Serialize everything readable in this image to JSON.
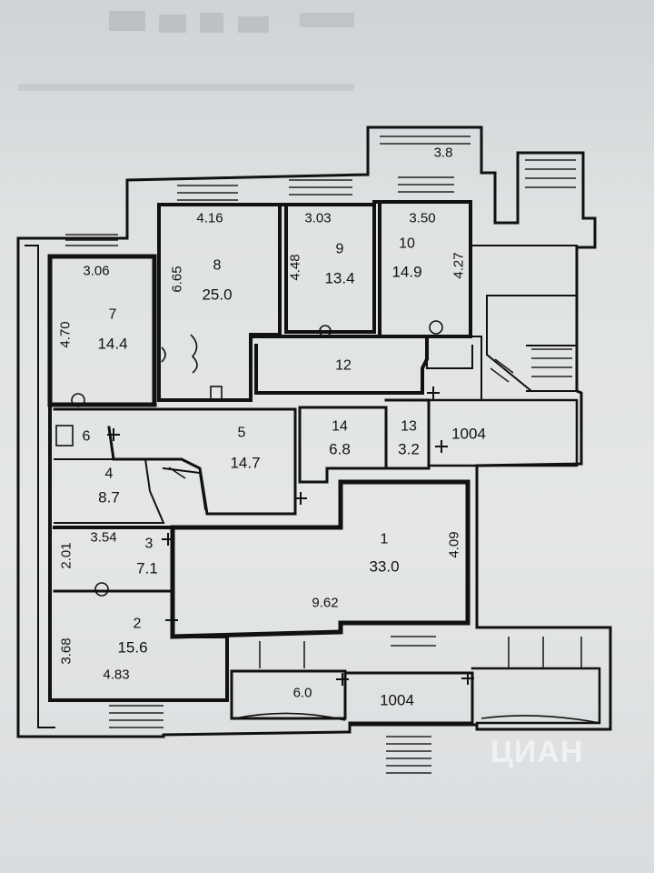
{
  "plan": {
    "rooms": [
      {
        "id": "1",
        "area": "33.0"
      },
      {
        "id": "2",
        "area": "15.6"
      },
      {
        "id": "3",
        "area": "7.1"
      },
      {
        "id": "4",
        "area": "8.7"
      },
      {
        "id": "5",
        "area": "14.7"
      },
      {
        "id": "6",
        "area": ""
      },
      {
        "id": "7",
        "area": "14.4"
      },
      {
        "id": "8",
        "area": "25.0"
      },
      {
        "id": "9",
        "area": "13.4"
      },
      {
        "id": "10",
        "area": "14.9"
      },
      {
        "id": "12",
        "area": ""
      },
      {
        "id": "13",
        "area": "3.2"
      },
      {
        "id": "14",
        "area": "6.8"
      }
    ],
    "dimensions": [
      "3.06",
      "4.70",
      "4.16",
      "6.65",
      "3.03",
      "4.48",
      "3.50",
      "4.27",
      "3.8",
      "3.54",
      "2.01",
      "4.09",
      "9.62",
      "3.68",
      "4.83",
      "6.0"
    ],
    "external_labels": [
      "1004",
      "1004"
    ],
    "watermark": "ЦИАН"
  }
}
